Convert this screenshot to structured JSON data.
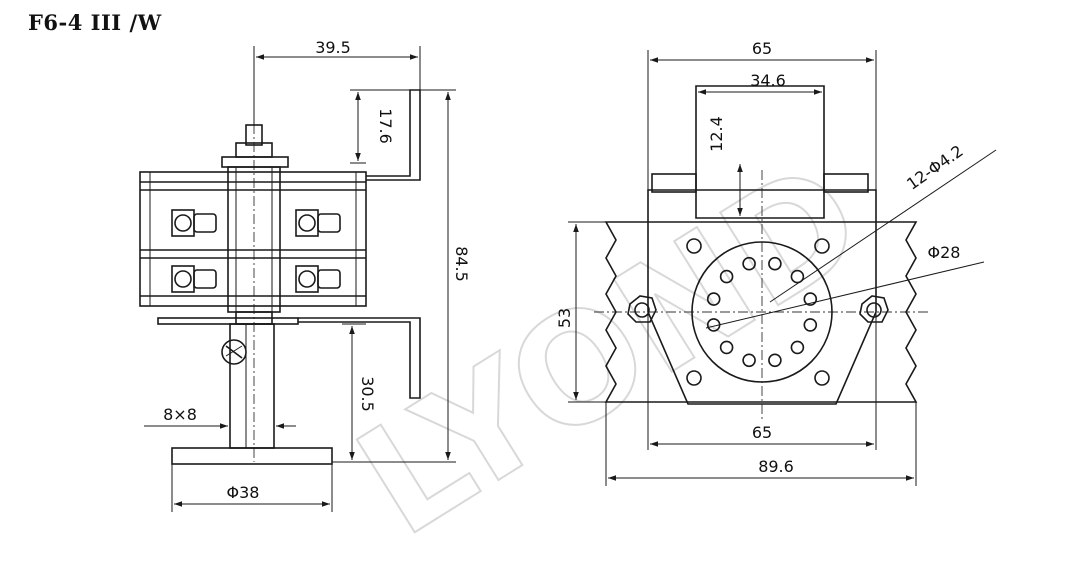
{
  "title": "F6-4 III /W",
  "watermark": "LYOND",
  "side_view": {
    "dim_width_top": "39.5",
    "dim_bracket_height": "17.6",
    "dim_total_height": "84.5",
    "dim_lower_height": "30.5",
    "dim_shaft": "8×8",
    "dim_knob_dia": "Φ38"
  },
  "front_view": {
    "dim_width_top": "65",
    "dim_slot_width": "34.6",
    "dim_slot_height": "12.4",
    "dim_holes": "12-Φ4.2",
    "dim_circle_dia": "Φ28",
    "dim_height": "53",
    "dim_mount_spacing": "65",
    "dim_total_width": "89.6"
  }
}
